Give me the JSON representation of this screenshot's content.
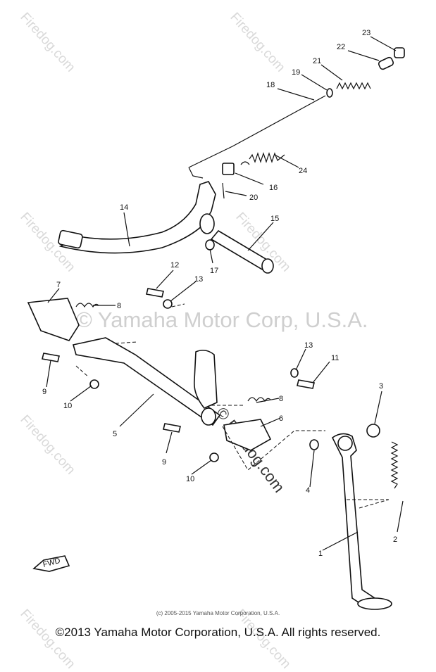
{
  "watermark": {
    "site": "Firedog.com",
    "center": "© Yamaha Motor Corp, U.S.A.",
    "firedog_overlay": "© Firedog.com"
  },
  "small_copyright": "(c) 2005-2015 Yamaha Motor Corporation, U.S.A.",
  "footer": "©2013 Yamaha Motor Corporation, U.S.A. All rights reserved.",
  "fwd_label": "FWD",
  "callouts": {
    "n1": "1",
    "n2": "2",
    "n3": "3",
    "n4": "4",
    "n5": "5",
    "n6": "6",
    "n7": "7",
    "n8a": "8",
    "n8b": "8",
    "n9a": "9",
    "n9b": "9",
    "n10a": "10",
    "n10b": "10",
    "n11": "11",
    "n12": "12",
    "n13a": "13",
    "n13b": "13",
    "n14": "14",
    "n15": "15",
    "n16": "16",
    "n17": "17",
    "n18": "18",
    "n19": "19",
    "n20": "20",
    "n21": "21",
    "n22": "22",
    "n23": "23",
    "n24": "24"
  }
}
